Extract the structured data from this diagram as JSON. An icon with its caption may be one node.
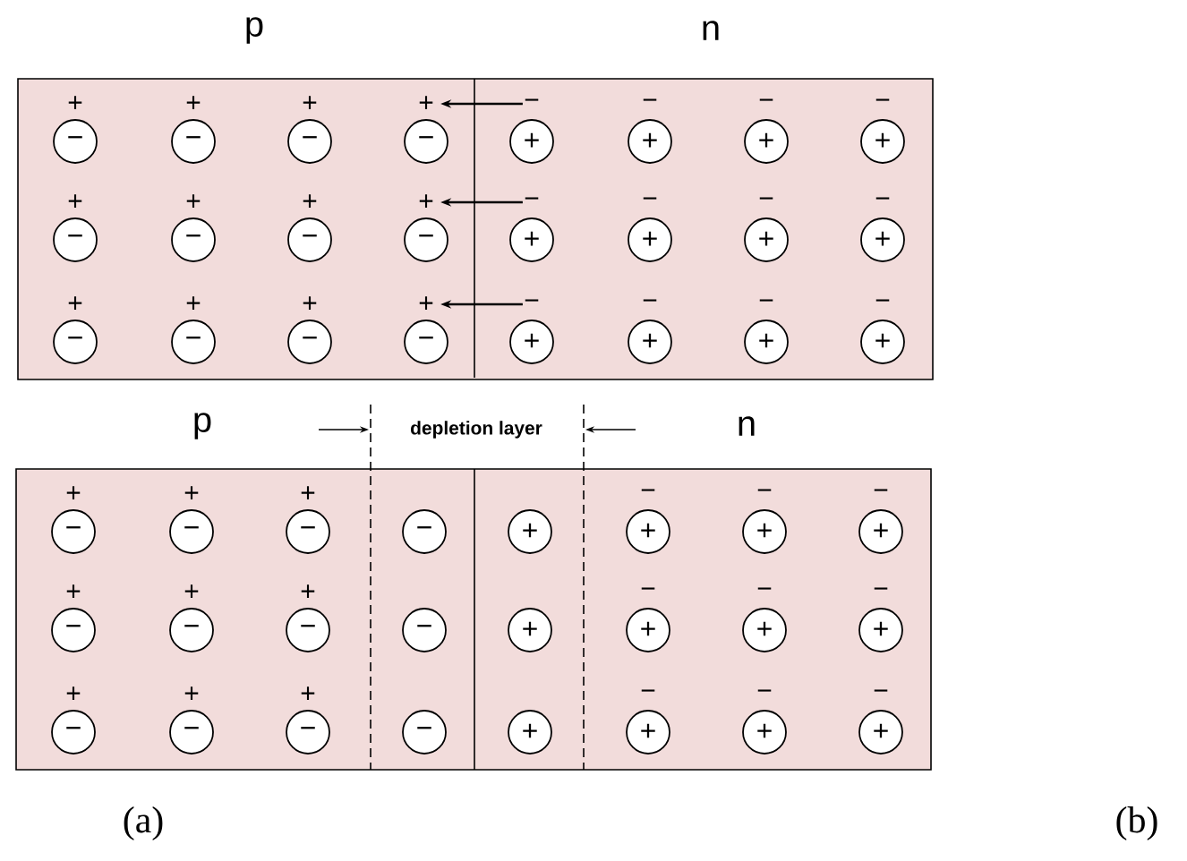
{
  "diagram": {
    "nodes": [
      {
        "text": [],
        "shape": "box"
      },
      {
        "text": [
          "−"
        ],
        "in": 0,
        "beside": [
          "+"
        ]
      },
      {
        "text": [
          "−"
        ],
        "in": 0,
        "beside": [
          "+"
        ]
      },
      {
        "text": [
          "−"
        ],
        "in": 0,
        "beside": [
          "+"
        ]
      },
      {
        "text": [
          "−"
        ],
        "in": 0
      },
      {
        "text": [
          "+"
        ],
        "in": 0
      },
      {
        "text": [
          "+"
        ],
        "in": 0,
        "beside": [
          "−"
        ]
      },
      {
        "text": [
          "+"
        ],
        "in": 0,
        "beside": [
          "−"
        ]
      },
      {
        "text": [
          "+"
        ],
        "in": 0,
        "beside": [
          "−"
        ]
      },
      {
        "text": [
          "−"
        ],
        "in": 0,
        "beside": [
          "+"
        ]
      },
      {
        "text": [
          "−"
        ],
        "in": 0,
        "beside": [
          "+"
        ]
      },
      {
        "text": [
          "−"
        ],
        "in": 0,
        "beside": [
          "+"
        ]
      },
      {
        "text": [
          "−"
        ],
        "in": 0
      },
      {
        "text": [
          "+"
        ],
        "in": 0
      },
      {
        "text": [
          "+"
        ],
        "in": 0,
        "beside": [
          "−"
        ]
      },
      {
        "text": [
          "+"
        ],
        "in": 0,
        "beside": [
          "−"
        ]
      },
      {
        "text": [
          "+"
        ],
        "in": 0,
        "beside": [
          "−"
        ]
      },
      {
        "text": [
          "−"
        ],
        "in": 0,
        "beside": [
          "+"
        ]
      },
      {
        "text": [
          "−"
        ],
        "in": 0,
        "beside": [
          "+"
        ]
      },
      {
        "text": [
          "−"
        ],
        "in": 0,
        "beside": [
          "+"
        ]
      },
      {
        "text": [
          "−"
        ],
        "in": 0
      },
      {
        "text": [
          "+"
        ],
        "in": 0
      },
      {
        "text": [
          "+"
        ],
        "in": 0,
        "beside": [
          "−"
        ]
      },
      {
        "text": [
          "+"
        ],
        "in": 0,
        "beside": [
          "−"
        ]
      },
      {
        "text": [
          "+"
        ],
        "in": 0,
        "beside": [
          "−"
        ]
      },
      {
        "text": [
          "+"
        ],
        "in": 0
      },
      {
        "text": [
          "−"
        ],
        "in": 0
      },
      {
        "text": [
          "+"
        ],
        "in": 0
      },
      {
        "text": [
          "−"
        ],
        "in": 0
      },
      {
        "text": [
          "+"
        ],
        "in": 0
      },
      {
        "text": [
          "−"
        ],
        "in": 0
      },
      {
        "text": [],
        "shape": "box"
      },
      {
        "text": [
          "−"
        ],
        "in": 31,
        "beside": [
          "+"
        ]
      },
      {
        "text": [
          "−"
        ],
        "in": 31,
        "beside": [
          "+"
        ]
      },
      {
        "text": [
          "−"
        ],
        "in": 31,
        "beside": [
          "+"
        ]
      },
      {
        "text": [
          "−"
        ],
        "in": 31
      },
      {
        "text": [
          "+"
        ],
        "in": 31
      },
      {
        "text": [
          "+"
        ],
        "in": 31,
        "beside": [
          "−"
        ]
      },
      {
        "text": [
          "+"
        ],
        "in": 31,
        "beside": [
          "−"
        ]
      },
      {
        "text": [
          "+"
        ],
        "in": 31,
        "beside": [
          "−"
        ]
      },
      {
        "text": [
          "−"
        ],
        "in": 31,
        "beside": [
          "+"
        ]
      },
      {
        "text": [
          "−"
        ],
        "in": 31,
        "beside": [
          "+"
        ]
      },
      {
        "text": [
          "−"
        ],
        "in": 31,
        "beside": [
          "+"
        ]
      },
      {
        "text": [
          "−"
        ],
        "in": 31
      },
      {
        "text": [
          "+"
        ],
        "in": 31
      },
      {
        "text": [
          "+"
        ],
        "in": 31,
        "beside": [
          "−"
        ]
      },
      {
        "text": [
          "+"
        ],
        "in": 31,
        "beside": [
          "−"
        ]
      },
      {
        "text": [
          "+"
        ],
        "in": 31,
        "beside": [
          "−"
        ]
      },
      {
        "text": [
          "−"
        ],
        "in": 31,
        "beside": [
          "+"
        ]
      },
      {
        "text": [
          "−"
        ],
        "in": 31,
        "beside": [
          "+"
        ]
      },
      {
        "text": [
          "−"
        ],
        "in": 31,
        "beside": [
          "+"
        ]
      },
      {
        "text": [
          "−"
        ],
        "in": 31
      },
      {
        "text": [
          "+"
        ],
        "in": 31
      },
      {
        "text": [
          "+"
        ],
        "in": 31,
        "beside": [
          "−"
        ]
      },
      {
        "text": [
          "+"
        ],
        "in": 31,
        "beside": [
          "−"
        ]
      },
      {
        "text": [
          "+"
        ],
        "in": 31,
        "beside": [
          "−"
        ]
      }
    ],
    "edges": [
      {
        "from": 26,
        "to": 25,
        "arrow": "to"
      },
      {
        "from": 28,
        "to": 27,
        "arrow": "to"
      },
      {
        "from": 30,
        "to": 29,
        "arrow": "to"
      }
    ],
    "labels": [
      "p",
      "n",
      "p",
      "depletion layer",
      "n",
      "(a)",
      "(b)"
    ]
  }
}
